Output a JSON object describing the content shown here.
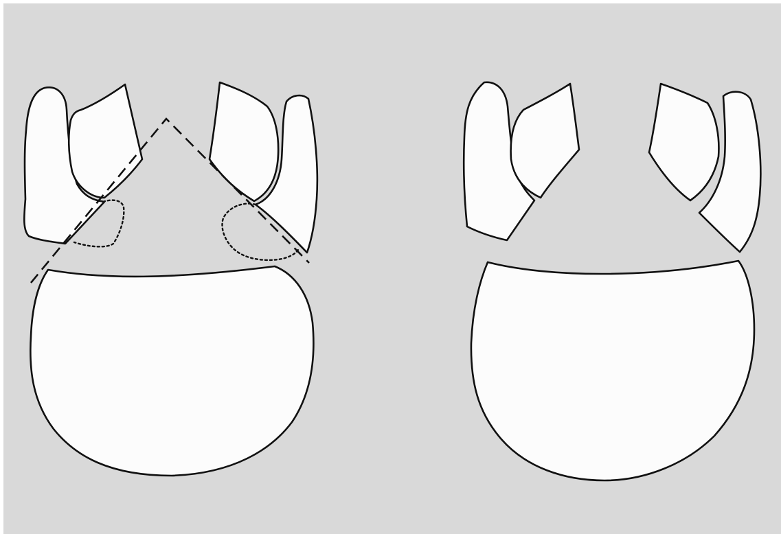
{
  "diagram": {
    "panels": [
      {
        "id": "left",
        "shapes": [
          "outer-left-lobe",
          "inner-left-lobe",
          "inner-right-lobe",
          "outer-right-lobe",
          "base-body"
        ],
        "overlays": [
          "dashed-v-cut-line",
          "dotted-left-region",
          "dotted-right-region"
        ]
      },
      {
        "id": "right",
        "shapes": [
          "outer-left-lobe",
          "inner-left-lobe",
          "inner-right-lobe",
          "outer-right-lobe",
          "base-body"
        ],
        "overlays": []
      }
    ],
    "colors": {
      "background": "#d9d9d9",
      "fill": "#fcfcfc",
      "stroke": "#111111"
    }
  }
}
